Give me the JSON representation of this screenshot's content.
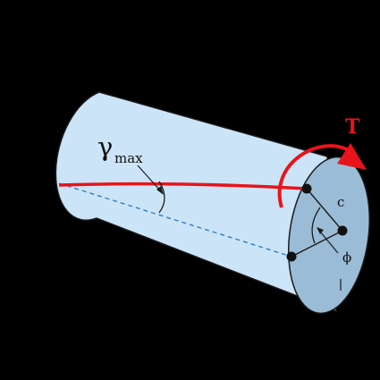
{
  "labels": {
    "gamma": "γ",
    "gamma_subscript": "max",
    "torque": "T",
    "radius": "c",
    "angle": "ϕ"
  },
  "colors": {
    "background": "#000000",
    "cylinder_body": "#cce4f7",
    "cylinder_end_face": "#9bbcd6",
    "outline": "#1a1a1a",
    "shear_line": "#e8141b",
    "hidden_line": "#2f7fbf",
    "torque_arrow": "#e8141b"
  }
}
